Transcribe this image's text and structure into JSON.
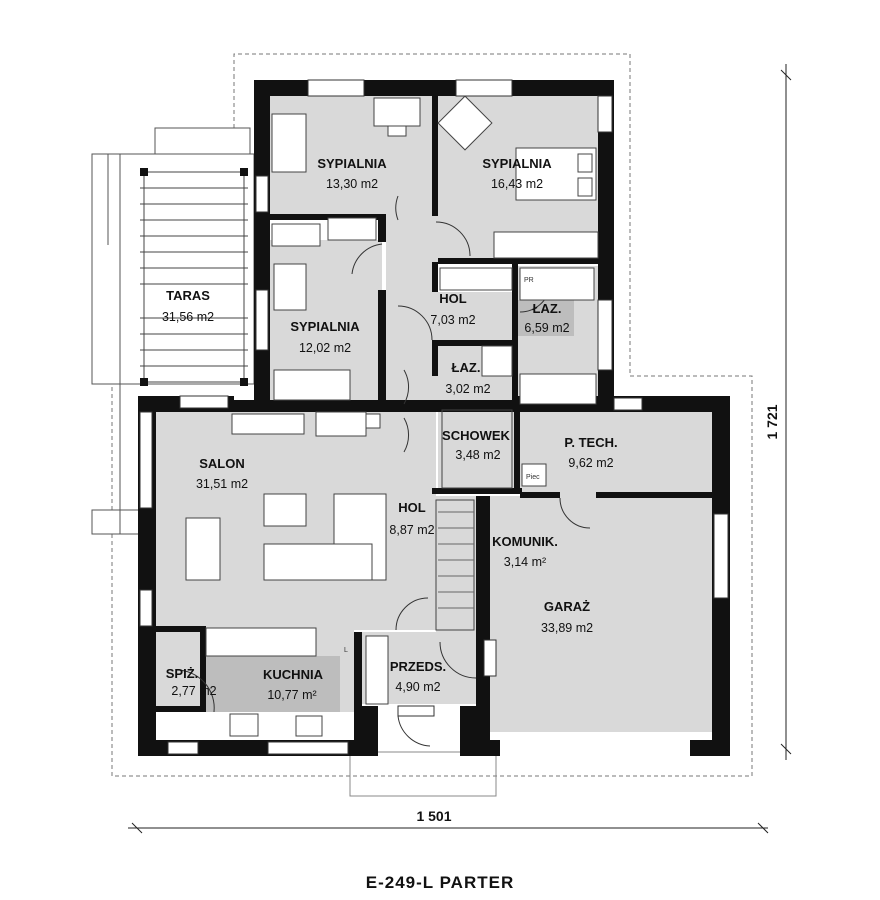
{
  "plan_title": "E-249-L PARTER",
  "dimensions": {
    "width": "1 501",
    "height": "1 721"
  },
  "rooms": [
    {
      "id": "sypialnia-1",
      "name": "SYPIALNIA",
      "area": "13,30 m2"
    },
    {
      "id": "sypialnia-2",
      "name": "SYPIALNIA",
      "area": "16,43 m2"
    },
    {
      "id": "sypialnia-3",
      "name": "SYPIALNIA",
      "area": "12,02 m2"
    },
    {
      "id": "taras",
      "name": "TARAS",
      "area": "31,56 m2"
    },
    {
      "id": "hol-1",
      "name": "HOL",
      "area": "7,03 m2"
    },
    {
      "id": "laz-1",
      "name": "ŁAZ.",
      "area": "6,59 m2"
    },
    {
      "id": "laz-2",
      "name": "ŁAZ.",
      "area": "3,02 m2"
    },
    {
      "id": "schowek",
      "name": "SCHOWEK",
      "area": "3,48 m2"
    },
    {
      "id": "ptech",
      "name": "P. TECH.",
      "area": "9,62 m2"
    },
    {
      "id": "salon",
      "name": "SALON",
      "area": "31,51 m2"
    },
    {
      "id": "hol-2",
      "name": "HOL",
      "area": "8,87 m2"
    },
    {
      "id": "komunik",
      "name": "KOMUNIK.",
      "area": "3,14 m²"
    },
    {
      "id": "garaz",
      "name": "GARAŻ",
      "area": "33,89 m2"
    },
    {
      "id": "spiz",
      "name": "SPIŻ.",
      "area": "2,77 m2"
    },
    {
      "id": "kuchnia",
      "name": "KUCHNIA",
      "area": "10,77 m²"
    },
    {
      "id": "przeds",
      "name": "PRZEDS.",
      "area": "4,90 m2"
    }
  ],
  "fixture_labels": {
    "pr": "PR",
    "piec": "Piec",
    "l": "L"
  }
}
